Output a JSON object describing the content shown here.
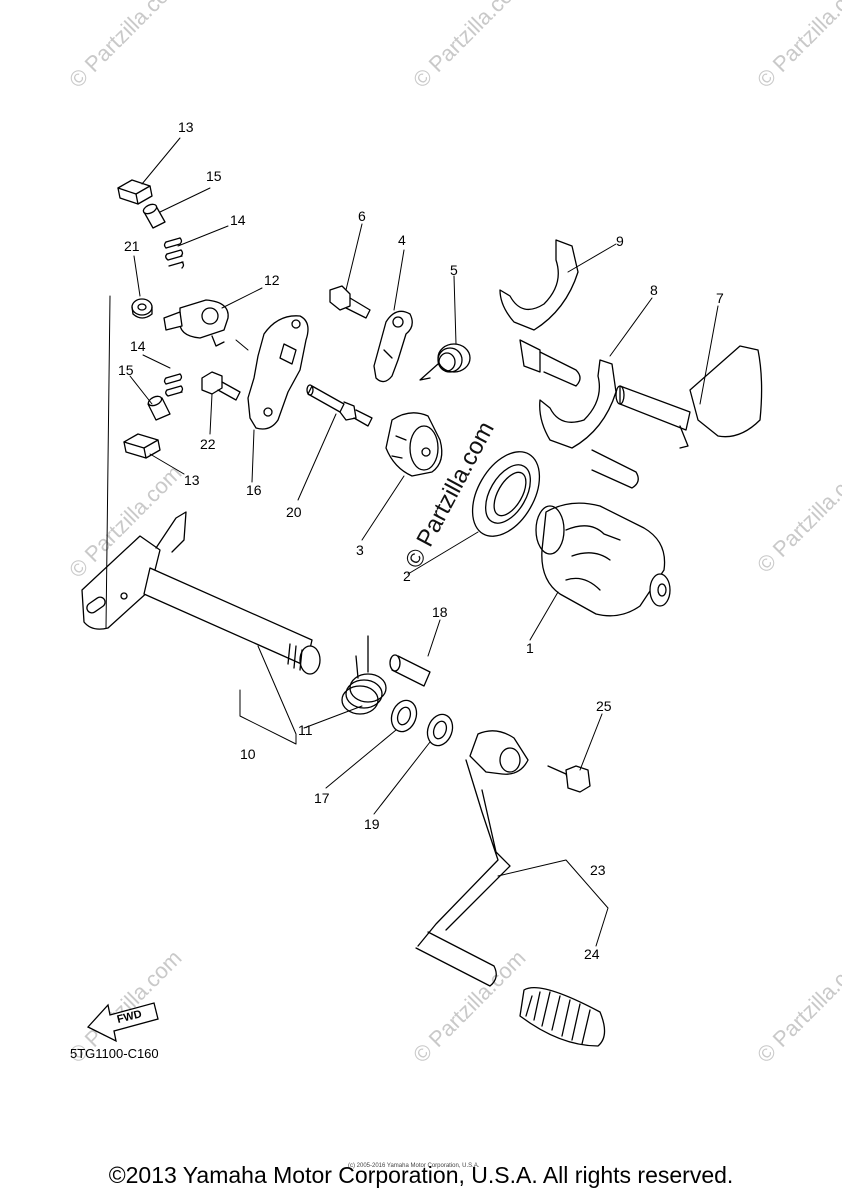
{
  "watermark": {
    "text": "© Partzilla.com"
  },
  "callouts": [
    {
      "id": "1",
      "label": "1"
    },
    {
      "id": "2",
      "label": "2"
    },
    {
      "id": "3",
      "label": "3"
    },
    {
      "id": "4",
      "label": "4"
    },
    {
      "id": "5",
      "label": "5"
    },
    {
      "id": "6",
      "label": "6"
    },
    {
      "id": "7",
      "label": "7"
    },
    {
      "id": "8",
      "label": "8"
    },
    {
      "id": "9",
      "label": "9"
    },
    {
      "id": "10",
      "label": "10"
    },
    {
      "id": "11",
      "label": "11"
    },
    {
      "id": "12",
      "label": "12"
    },
    {
      "id": "13a",
      "label": "13"
    },
    {
      "id": "13b",
      "label": "13"
    },
    {
      "id": "14a",
      "label": "14"
    },
    {
      "id": "14b",
      "label": "14"
    },
    {
      "id": "15a",
      "label": "15"
    },
    {
      "id": "15b",
      "label": "15"
    },
    {
      "id": "16",
      "label": "16"
    },
    {
      "id": "17",
      "label": "17"
    },
    {
      "id": "18",
      "label": "18"
    },
    {
      "id": "19",
      "label": "19"
    },
    {
      "id": "20",
      "label": "20"
    },
    {
      "id": "21",
      "label": "21"
    },
    {
      "id": "22",
      "label": "22"
    },
    {
      "id": "23",
      "label": "23"
    },
    {
      "id": "24",
      "label": "24"
    },
    {
      "id": "25",
      "label": "25"
    }
  ],
  "fwd_label": "FWD",
  "part_code": "5TG1100-C160",
  "tiny_copyright": "(c) 2005-2016 Yamaha Motor Corporation, U.S.A.",
  "copyright": "©2013 Yamaha Motor Corporation, U.S.A. All rights reserved."
}
